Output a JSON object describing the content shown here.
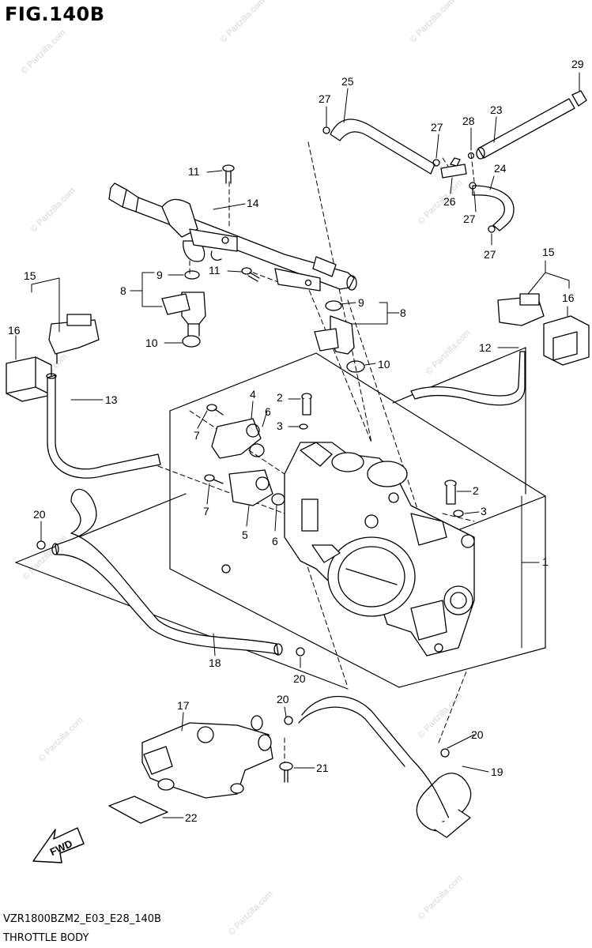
{
  "title": "FIG.140B",
  "footer": {
    "code": "VZR1800BZM2_E03_E28_140B",
    "name": "THROTTLE BODY"
  },
  "watermark": "© Partzilla.com",
  "fwd_label": "FWD",
  "callouts": {
    "c1": "1",
    "c2a": "2",
    "c2b": "2",
    "c3a": "3",
    "c3b": "3",
    "c4": "4",
    "c5": "5",
    "c6a": "6",
    "c6b": "6",
    "c7a": "7",
    "c7b": "7",
    "c8a": "8",
    "c8b": "8",
    "c9a": "9",
    "c9b": "9",
    "c10a": "10",
    "c10b": "10",
    "c11a": "11",
    "c11b": "11",
    "c12": "12",
    "c13": "13",
    "c14": "14",
    "c15a": "15",
    "c15b": "15",
    "c16a": "16",
    "c16b": "16",
    "c17": "17",
    "c18": "18",
    "c19": "19",
    "c20a": "20",
    "c20b": "20",
    "c20c": "20",
    "c20d": "20",
    "c21": "21",
    "c22": "22",
    "c23": "23",
    "c24": "24",
    "c25": "25",
    "c26": "26",
    "c27a": "27",
    "c27b": "27",
    "c27c": "27",
    "c27d": "27",
    "c28": "28",
    "c29": "29"
  }
}
